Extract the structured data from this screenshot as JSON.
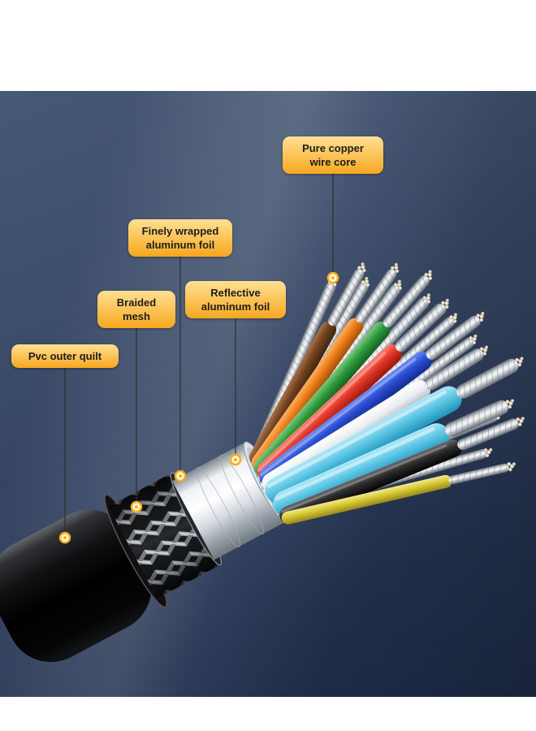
{
  "image": {
    "type": "annotated-product-photo",
    "subject": "Cable cross-section showing internal shielding layers and wires"
  },
  "labels": {
    "pvc": {
      "text": "Pvc outer quilt"
    },
    "braided": {
      "text": "Braided\nmesh"
    },
    "reflective": {
      "text": "Reflective\naluminum foil"
    },
    "finely": {
      "text": "Finely wrapped\naluminum foil"
    },
    "copper": {
      "text": "Pure copper\nwire core"
    }
  },
  "style": {
    "label_bg_top": "#ffe093",
    "label_bg_bottom": "#f6a71e",
    "label_text_color": "#1d1d1d",
    "leader_line_color": "#2e2e2e",
    "marker_color": "#f5b01c",
    "background_top": "#475874",
    "background_bottom": "#1e2d4b",
    "wire_colors": [
      "#5fc8e6",
      "#e2382a",
      "#2a4fd6",
      "#ffffff",
      "#2f9a3c",
      "#ec7d1a",
      "#71421f",
      "#d6c832",
      "#2b2b2b",
      "#c0c6cc"
    ]
  }
}
